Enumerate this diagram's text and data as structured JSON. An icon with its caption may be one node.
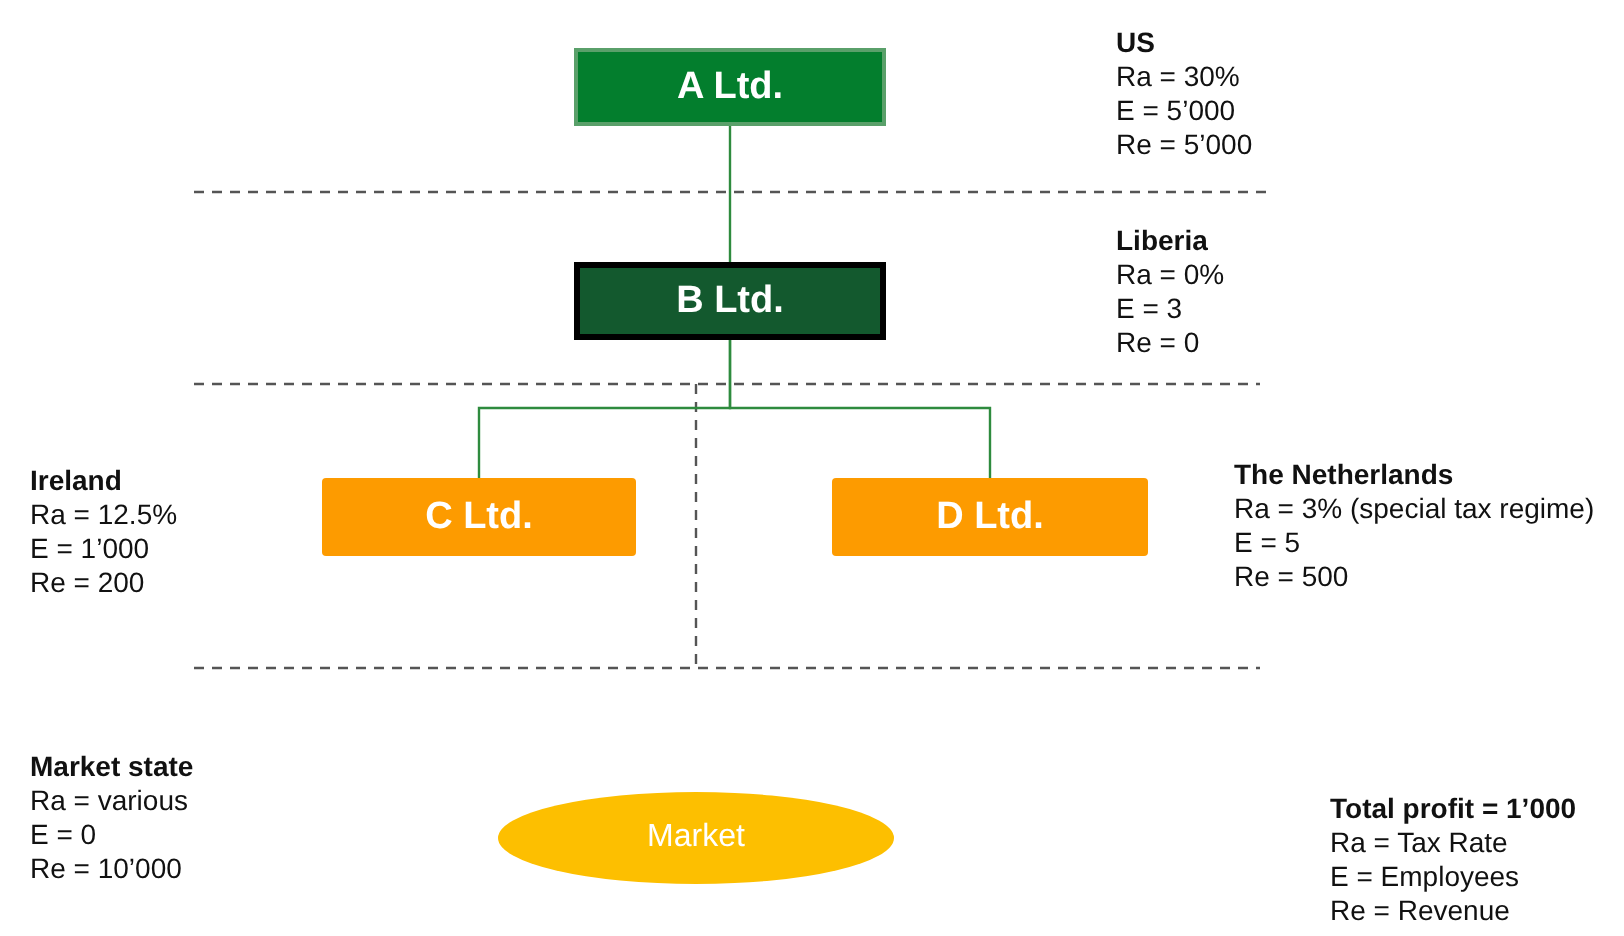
{
  "diagram": {
    "nodes": [
      {
        "text": [
          "A Ltd."
        ]
      },
      {
        "text": [
          "B Ltd."
        ]
      },
      {
        "text": [
          "C Ltd."
        ]
      },
      {
        "text": [
          "D Ltd."
        ]
      },
      {
        "text": [
          "Market"
        ]
      }
    ],
    "edges": [
      {
        "from": 0,
        "to": 1,
        "arrow": "none"
      },
      {
        "from": 1,
        "to": 2,
        "arrow": "none"
      },
      {
        "from": 1,
        "to": 3,
        "arrow": "none"
      }
    ],
    "labels": [
      "US",
      "Ra = 30%",
      "E = 5’000",
      "Re = 5’000",
      "Liberia",
      "Ra = 0%",
      "E = 3",
      "Re = 0",
      "Ireland",
      "Ra = 12.5%",
      "E = 1’000",
      "Re = 200",
      "The Netherlands",
      "Ra = 3% (special tax regime)",
      "E = 5",
      "Re = 500",
      "Market state",
      "Ra = various",
      "E = 0",
      "Re = 10’000",
      "Total profit = 1’000",
      "Ra = Tax Rate",
      "E = Employees",
      "Re = Revenue"
    ]
  }
}
